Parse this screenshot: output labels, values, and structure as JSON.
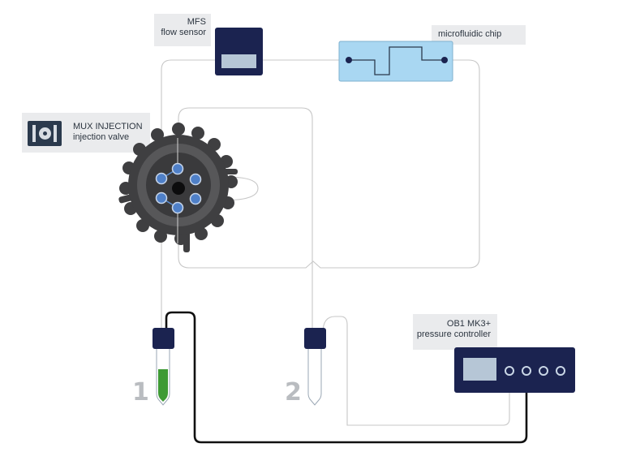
{
  "labels": {
    "mfs": {
      "line1": "MFS",
      "line2": "flow sensor"
    },
    "chip": {
      "line1": "microfluidic chip"
    },
    "mux": {
      "line1": "MUX INJECTION",
      "line2": "injection valve"
    },
    "ob1": {
      "line1": "OB1 MK3+",
      "line2": "pressure controller"
    }
  },
  "tubes": {
    "tube1": "1",
    "tube2": "2"
  },
  "colors": {
    "navy": "#1b2350",
    "screen": "#b6c6d6",
    "chip_fill": "#a9d7f2",
    "valve_dark": "#3f3f41",
    "port_blue": "#4f80c8",
    "liquid_green": "#3e9a35",
    "tubing_thin": "#c7c7c7",
    "tubing_black": "#111111"
  },
  "icons": [
    "mfs-device-icon",
    "mux-valve-icon",
    "ob1-device-icon"
  ]
}
